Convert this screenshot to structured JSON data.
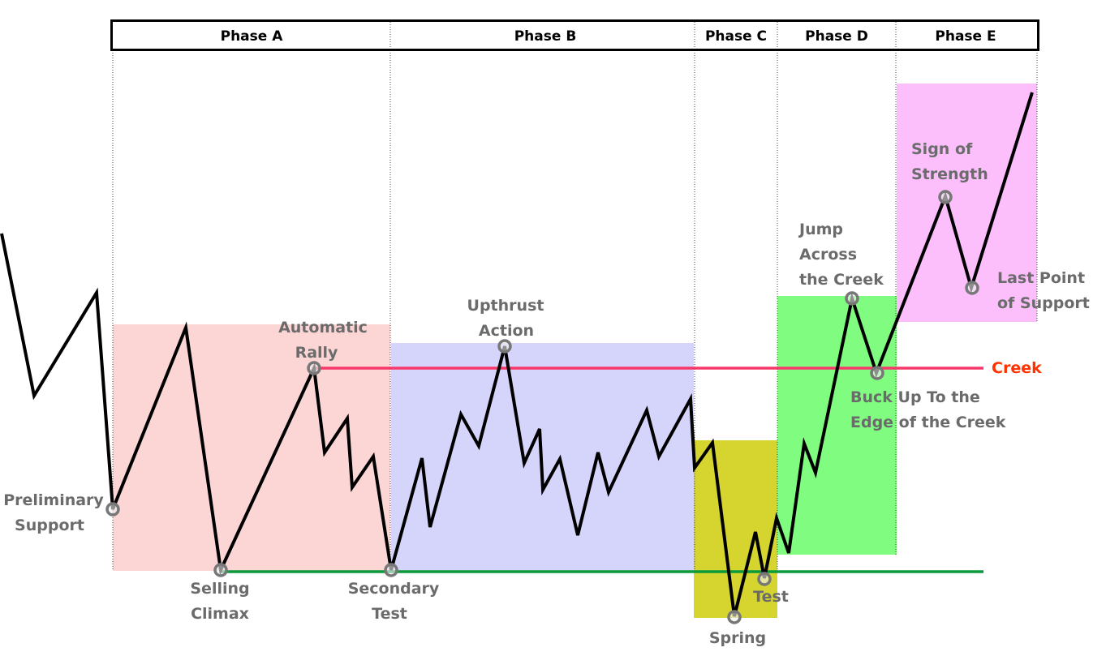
{
  "title": "Wyckoff Accumulation Schematic",
  "phases": [
    {
      "label": "Phase A",
      "color": "#fcd5d5"
    },
    {
      "label": "Phase B",
      "color": "#d5d5fb"
    },
    {
      "label": "Phase C",
      "color": "#d6d42e"
    },
    {
      "label": "Phase D",
      "color": "#80fc80"
    },
    {
      "label": "Phase E",
      "color": "#fcbffc"
    }
  ],
  "levels": {
    "creek": {
      "label": "Creek",
      "color": "#f8386a"
    },
    "support": {
      "color": "#0a9a3a"
    }
  },
  "events": {
    "ps": [
      "Preliminary",
      "Support"
    ],
    "sc": [
      "Selling",
      "Climax"
    ],
    "ar": [
      "Automatic",
      "Rally"
    ],
    "st": [
      "Secondary",
      "Test"
    ],
    "ua": [
      "Upthrust",
      "Action"
    ],
    "spring": [
      "Spring"
    ],
    "test": [
      "Test"
    ],
    "jac": [
      "Jump",
      "Across",
      "the Creek"
    ],
    "bue": [
      "Buck Up To the",
      "Edge of the Creek"
    ],
    "sos": [
      "Sign of",
      "Strength"
    ],
    "lps": [
      "Last Point",
      "of Support"
    ]
  }
}
